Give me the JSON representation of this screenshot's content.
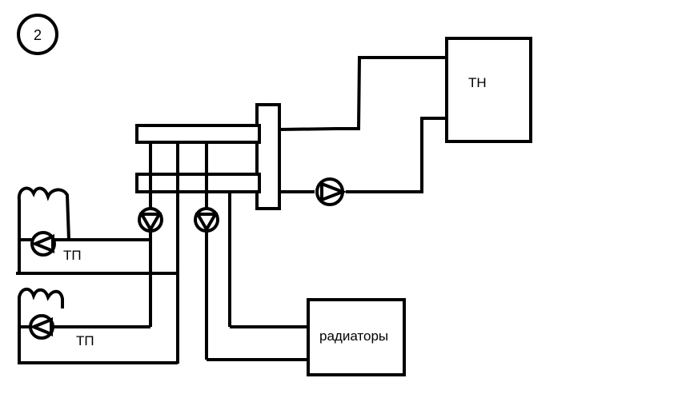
{
  "diagram": {
    "number_label": "2",
    "heat_pump_label": "ТН",
    "floor_heating_label_1": "ТП",
    "floor_heating_label_2": "ТП",
    "radiators_label": "радиаторы"
  },
  "colors": {
    "line": "#000000",
    "background": "#ffffff"
  }
}
